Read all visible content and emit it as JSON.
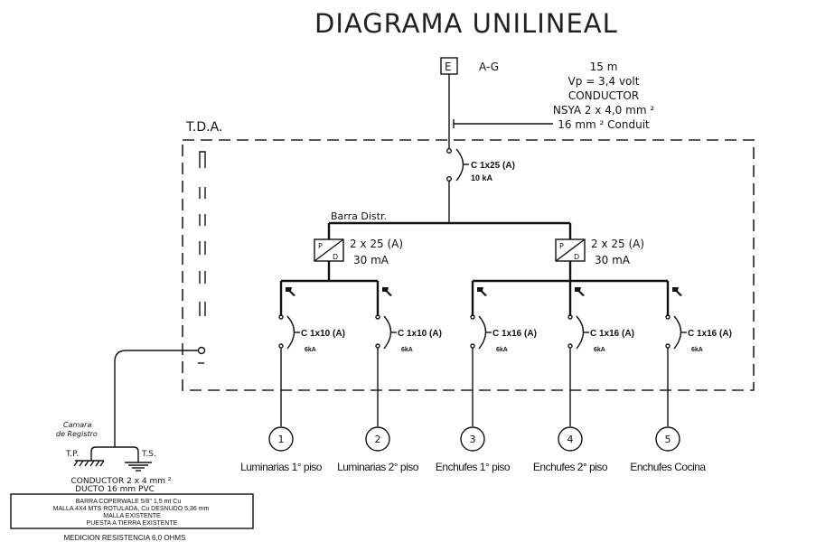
{
  "title": "DIAGRAMA UNILINEAL",
  "supply": {
    "meter_label": "E",
    "feeder_label": "A-G",
    "specs": [
      "15 m",
      "Vp = 3,4 volt",
      "CONDUCTOR",
      "NSYA 2 x 4,0 mm ²",
      "16 mm ² Conduit"
    ]
  },
  "panel": {
    "label": "T.D.A.",
    "main_breaker": {
      "rating": "C 1x25 (A)",
      "capacity": "10 kA"
    },
    "bus_label": "Barra Distr.",
    "differentials": [
      {
        "symbol_top": "P",
        "symbol_bottom": "D",
        "rating": "2 x 25 (A)",
        "sensitivity": "30 mA"
      },
      {
        "symbol_top": "P",
        "symbol_bottom": "D",
        "rating": "2 x 25 (A)",
        "sensitivity": "30 mA"
      }
    ]
  },
  "circuits": [
    {
      "number": "1",
      "breaker": "C 1x10 (A)",
      "capacity": "6kA",
      "name": "Luminarias 1° piso"
    },
    {
      "number": "2",
      "breaker": "C 1x10 (A)",
      "capacity": "6kA",
      "name": "Luminarias 2° piso"
    },
    {
      "number": "3",
      "breaker": "C 1x16 (A)",
      "capacity": "6kA",
      "name": "Enchufes 1° piso"
    },
    {
      "number": "4",
      "breaker": "C 1x16 (A)",
      "capacity": "6kA",
      "name": "Enchufes 2° piso"
    },
    {
      "number": "5",
      "breaker": "C 1x16 (A)",
      "capacity": "6kA",
      "name": "Enchufes Cocina"
    }
  ],
  "grounding": {
    "chamber": [
      "Camara",
      "de Registro"
    ],
    "tp_label": "T.P.",
    "ts_label": "T.S.",
    "conductor": "CONDUCTOR 2 x 4 mm ²",
    "duct": "DUCTO 16 mm PVC",
    "box_lines": [
      "BARRA COPERWALE 5/8\" 1,5 mt Cu",
      "MALLA 4X4 MTS ROTULADA, Cu DESNUDO 5,36 mm",
      "MALLA EXISTENTE",
      "PUESTA A TIERRA EXISTENTE"
    ],
    "resistance": "MEDICION RESISTENCIA   6,0 OHMS"
  }
}
